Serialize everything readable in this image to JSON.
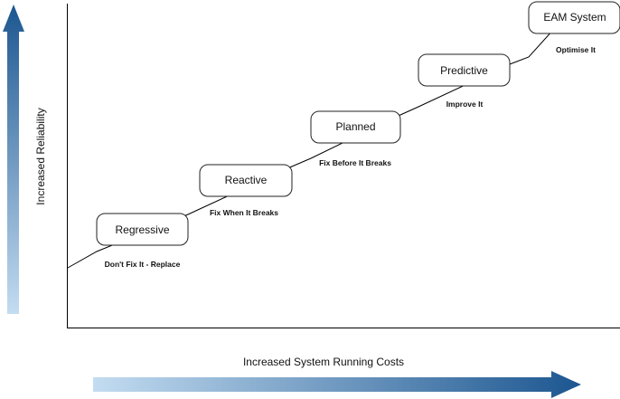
{
  "y_axis": {
    "label": "Increased Reliability"
  },
  "x_axis": {
    "label": "Increased System Running Costs"
  },
  "colors": {
    "arrow_dark": "#1c5690",
    "arrow_light": "#c3dcf1",
    "line": "#000000",
    "box_border": "#222222"
  },
  "stages": [
    {
      "label": "Regressive",
      "caption": "Don't Fix It - Replace"
    },
    {
      "label": "Reactive",
      "caption": "Fix When It Breaks"
    },
    {
      "label": "Planned",
      "caption": "Fix Before It Breaks"
    },
    {
      "label": "Predictive",
      "caption": "Improve It"
    },
    {
      "label": "EAM System",
      "caption": "Optimise It"
    }
  ]
}
